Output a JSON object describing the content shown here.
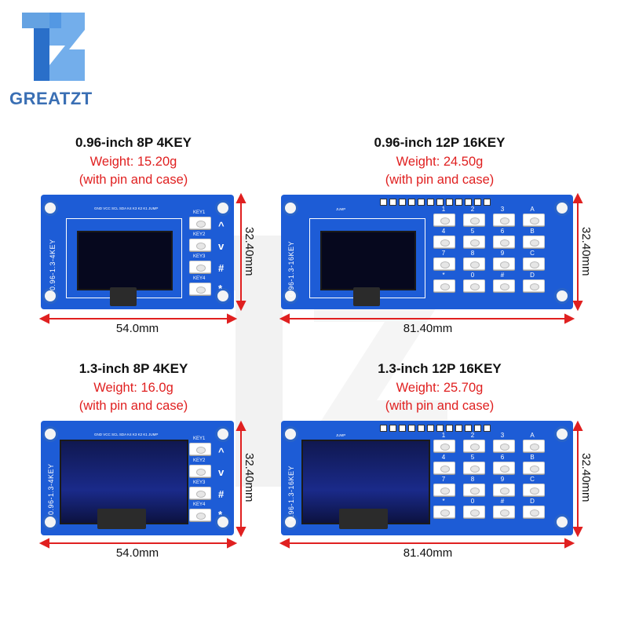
{
  "brand": {
    "name": "GREATZT"
  },
  "colors": {
    "pcb": "#1d5cd6",
    "weight": "#e02020",
    "dim_line": "#e02020"
  },
  "boards": [
    {
      "title": "0.96-inch 8P 4KEY",
      "weight": "Weight: 15.20g",
      "note": "(with pin and case)",
      "width": "54.0mm",
      "height": "32.40mm",
      "silk": "0.96-1.3-4KEY"
    },
    {
      "title": "0.96-inch 12P 16KEY",
      "weight": "Weight: 24.50g",
      "note": "(with pin and case)",
      "width": "81.40mm",
      "height": "32.40mm",
      "silk": "0.96-1.3-16KEY"
    },
    {
      "title": "1.3-inch 8P 4KEY",
      "weight": "Weight: 16.0g",
      "note": "(with pin and case)",
      "width": "54.0mm",
      "height": "32.40mm",
      "silk": "0.96-1.3-4KEY"
    },
    {
      "title": "1.3-inch 12P 16KEY",
      "weight": "Weight: 25.70g",
      "note": "(with pin and case)",
      "width": "81.40mm",
      "height": "32.40mm",
      "silk": "0.96-1.3-16KEY"
    }
  ],
  "silk_pins_4key": "GND VCC SCL SDA K4 K3 K2 K1 JUMP",
  "silk_jump": "JUMP",
  "keys_4": [
    "KEY1",
    "KEY2",
    "KEY3",
    "KEY4"
  ],
  "symbols_4": [
    "^",
    "v",
    "#",
    "*"
  ],
  "keypad_16": [
    "1",
    "2",
    "3",
    "A",
    "4",
    "5",
    "6",
    "B",
    "7",
    "8",
    "9",
    "C",
    "*",
    "0",
    "#",
    "D"
  ]
}
